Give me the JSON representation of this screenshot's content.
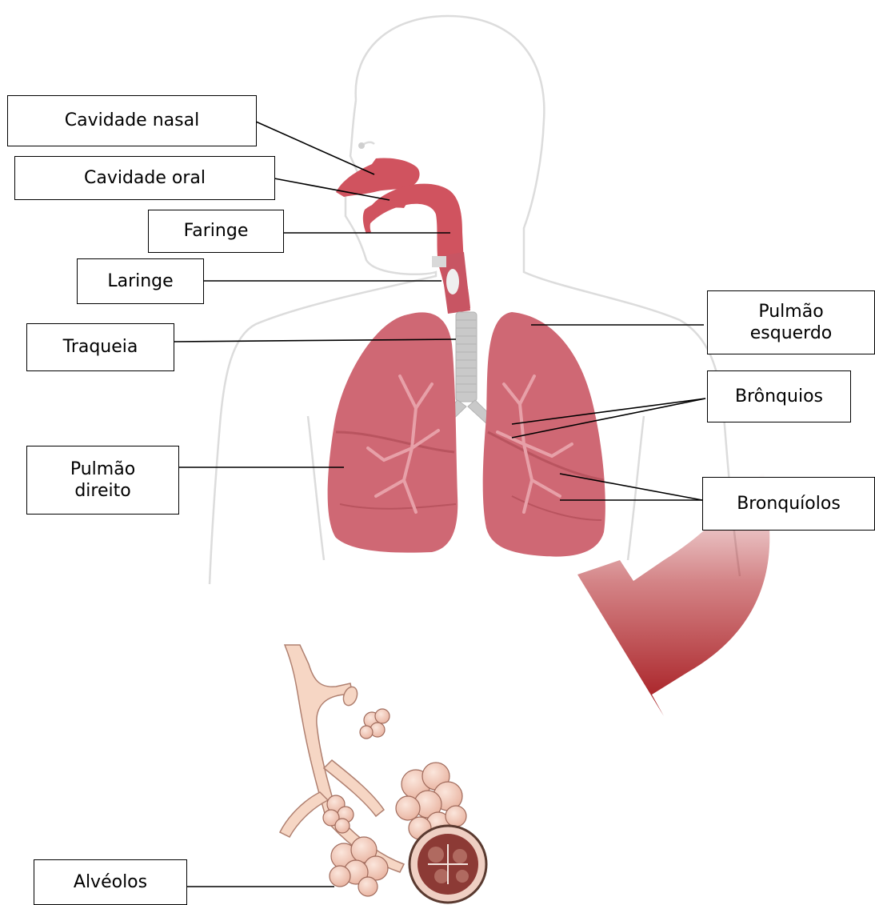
{
  "labels": {
    "nasal": "Cavidade nasal",
    "oral": "Cavidade oral",
    "pharynx": "Faringe",
    "larynx": "Laringe",
    "trachea": "Traqueia",
    "left_lung": "Pulmão\nesquerdo",
    "bronchi": "Brônquios",
    "right_lung": "Pulmão\ndireito",
    "bronchioles": "Bronquíolos",
    "alveoli": "Alvéolos"
  },
  "colors": {
    "airway": "#d0535f",
    "lung": "#cf6874",
    "lung_dark": "#b9545f",
    "trachea": "#c9c9c9",
    "body_outline": "#dcdcdc",
    "alveoli": "#f2c8b8",
    "arrow": "#b01f24"
  }
}
